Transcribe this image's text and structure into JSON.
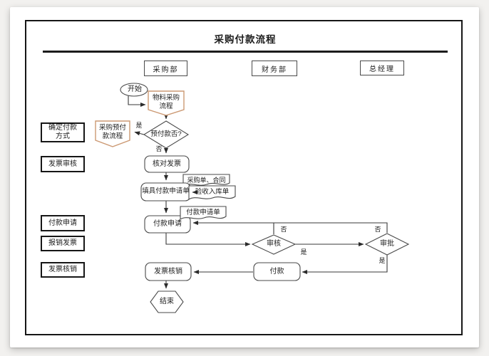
{
  "title": "采购付款流程",
  "lanes": [
    "采购部",
    "财务部",
    "总经理"
  ],
  "stages": {
    "payment_method": [
      "确定付款",
      "方式"
    ],
    "invoice_review": "发票审核",
    "payment_request": "付款申请",
    "reimburse_invoice": "报销发票",
    "invoice_writeoff": "发票核销"
  },
  "nodes": {
    "start": "开始",
    "material_process": [
      "物料采购",
      "流程"
    ],
    "prepay_decision": "预付款否?",
    "prepay_process": [
      "采购预付",
      "款流程"
    ],
    "verify_invoice": "核对发票",
    "fill_payment_form": "填具付款申请单",
    "payment_request": "付款申请",
    "review": "审核",
    "approve": "审批",
    "pay": "付款",
    "invoice_writeoff": "发票核销",
    "end": "结束"
  },
  "documents": {
    "purchase_contract": "采购单、合同",
    "receiving_note": "验收入库单",
    "payment_form": "付款申请单"
  },
  "branches": {
    "yes": "是",
    "no": "否"
  },
  "colors": {
    "offpage_connector_border": "#cc9973",
    "flow_line": "#3a3a3a"
  }
}
